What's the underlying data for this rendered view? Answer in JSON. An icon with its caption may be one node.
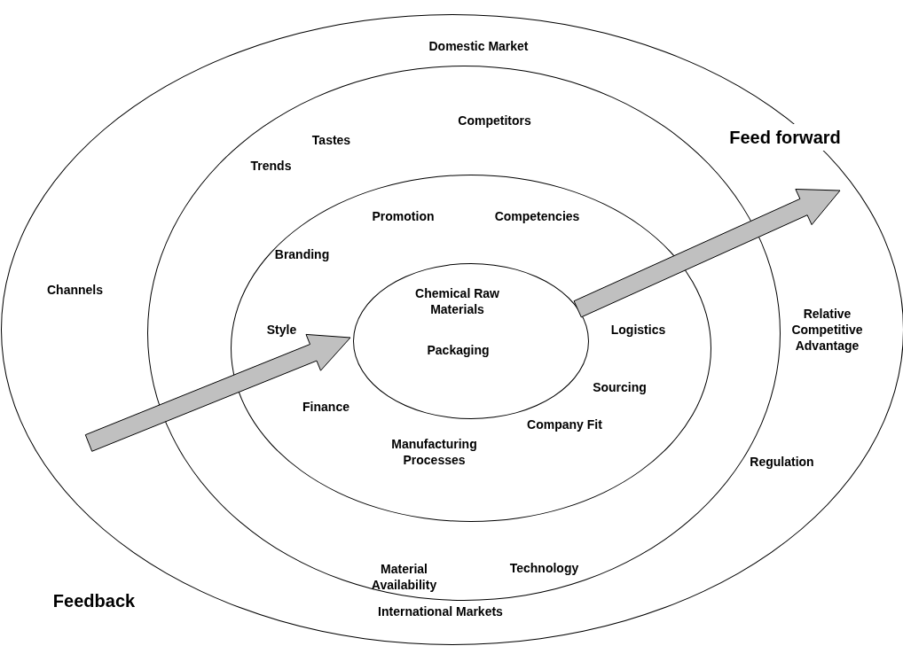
{
  "diagram": {
    "nodes": [
      {
        "text": [
          "Domestic Market",
          "Channels",
          "Relative Competitive Advantage",
          "Regulation",
          "International Markets"
        ]
      },
      {
        "text": [
          "Competitors",
          "Tastes",
          "Trends",
          "Material Availability",
          "Technology"
        ],
        "in": 0
      },
      {
        "text": [
          "Promotion",
          "Competencies",
          "Branding",
          "Style",
          "Finance",
          "Manufacturing Processes",
          "Company Fit",
          "Sourcing",
          "Logistics"
        ],
        "in": 1
      },
      {
        "text": [
          "Chemical Raw Materials",
          "Packaging"
        ],
        "in": 2
      }
    ],
    "edges": [
      {
        "from": null,
        "to": 3,
        "arrow": "to",
        "style": "thick"
      },
      {
        "from": 3,
        "to": null,
        "arrow": "to",
        "style": "thick"
      }
    ],
    "labels": [
      "Feed forward",
      "Feedback"
    ]
  }
}
